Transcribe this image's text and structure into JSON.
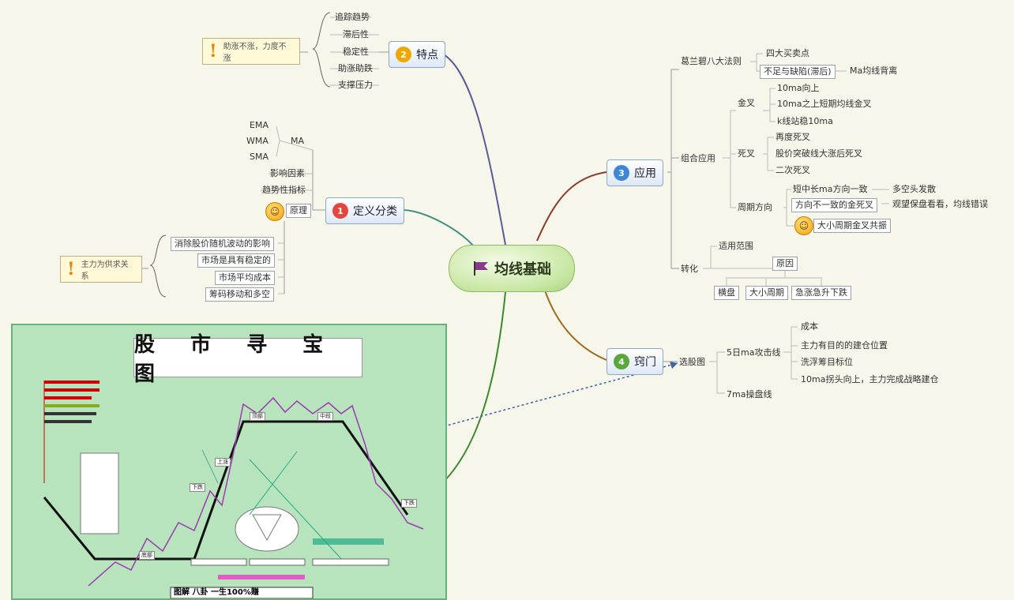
{
  "center": {
    "label": "均线基础",
    "icon": "flag-icon"
  },
  "features": {
    "label": "特点",
    "items": [
      "追踪趋势",
      "滞后性",
      "稳定性",
      "助涨助跌",
      "支撑压力"
    ],
    "note": "助涨不涨，力度不涨"
  },
  "definition": {
    "label": "定义分类",
    "ma_types": [
      "EMA",
      "WMA",
      "SMA"
    ],
    "ma_label": "MA",
    "factors": [
      "影响因素",
      "趋势性指标"
    ],
    "principle": "原理",
    "principle_items": [
      "消除股价随机波动的影响",
      "市场是具有稳定的",
      "市场平均成本",
      "筹码移动和多空"
    ],
    "note": "主力为供求关系"
  },
  "application": {
    "label": "应用",
    "granville": "葛兰碧八大法则",
    "granville_items": [
      "四大买卖点",
      "不足与缺陷(滞后)"
    ],
    "granville_extra": "Ma均线背离",
    "combo": "组合应用",
    "golden_cross": "金叉",
    "golden_items": [
      "10ma向上",
      "10ma之上短期均线金叉",
      "k线站稳10ma"
    ],
    "dead_cross": "死叉",
    "dead_items": [
      "再度死叉",
      "股价突破线大涨后死叉",
      "二次死叉"
    ],
    "cycle_direction": "周期方向",
    "cycle_items": [
      "短中长ma方向一致",
      "方向不一致的金死叉",
      "大小周期金叉共振"
    ],
    "cycle_sub_1": "多空头发散",
    "cycle_sub_2": "观望保盘看看，均线错误",
    "other": "转化",
    "other_sub": "适用范围",
    "reason": "原因",
    "reason_items": [
      "横盘",
      "大小周期",
      "急涨急升下跌"
    ]
  },
  "secret": {
    "label": "窍门",
    "method": "选股图",
    "ma_line": "5日ma攻击线",
    "ma_line_items": [
      "成本",
      "主力有目的的建仓位置",
      "洗浮筹目标位",
      "10ma拐头向上，主力完成战略建仓"
    ],
    "trend_line": "7ma操盘线"
  },
  "poster": {
    "title": "股 市 寻 宝 图",
    "labels": [
      "下跌",
      "底部",
      "上涨",
      "顶部",
      "中段",
      "下跌"
    ],
    "bottom_text": "图解 八卦 一生100%赚"
  },
  "colors": {
    "accent_green": "#8dbb5c",
    "branch_border": "#8ea7c4",
    "poster_bg": "#b8e4bd"
  }
}
